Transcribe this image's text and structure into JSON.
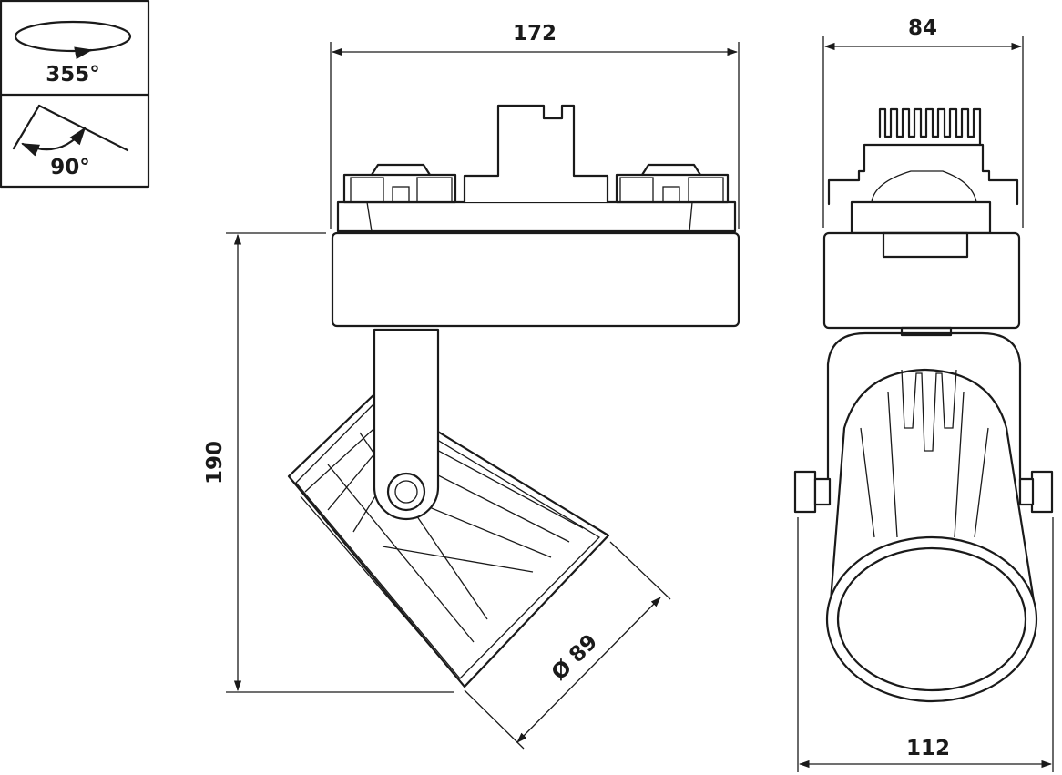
{
  "legend": {
    "rotation_label": "355°",
    "tilt_label": "90°"
  },
  "dimensions": {
    "front_width": "172",
    "front_height": "190",
    "head_diameter": "Ø 89",
    "side_top_width": "84",
    "side_bottom_width": "112"
  }
}
